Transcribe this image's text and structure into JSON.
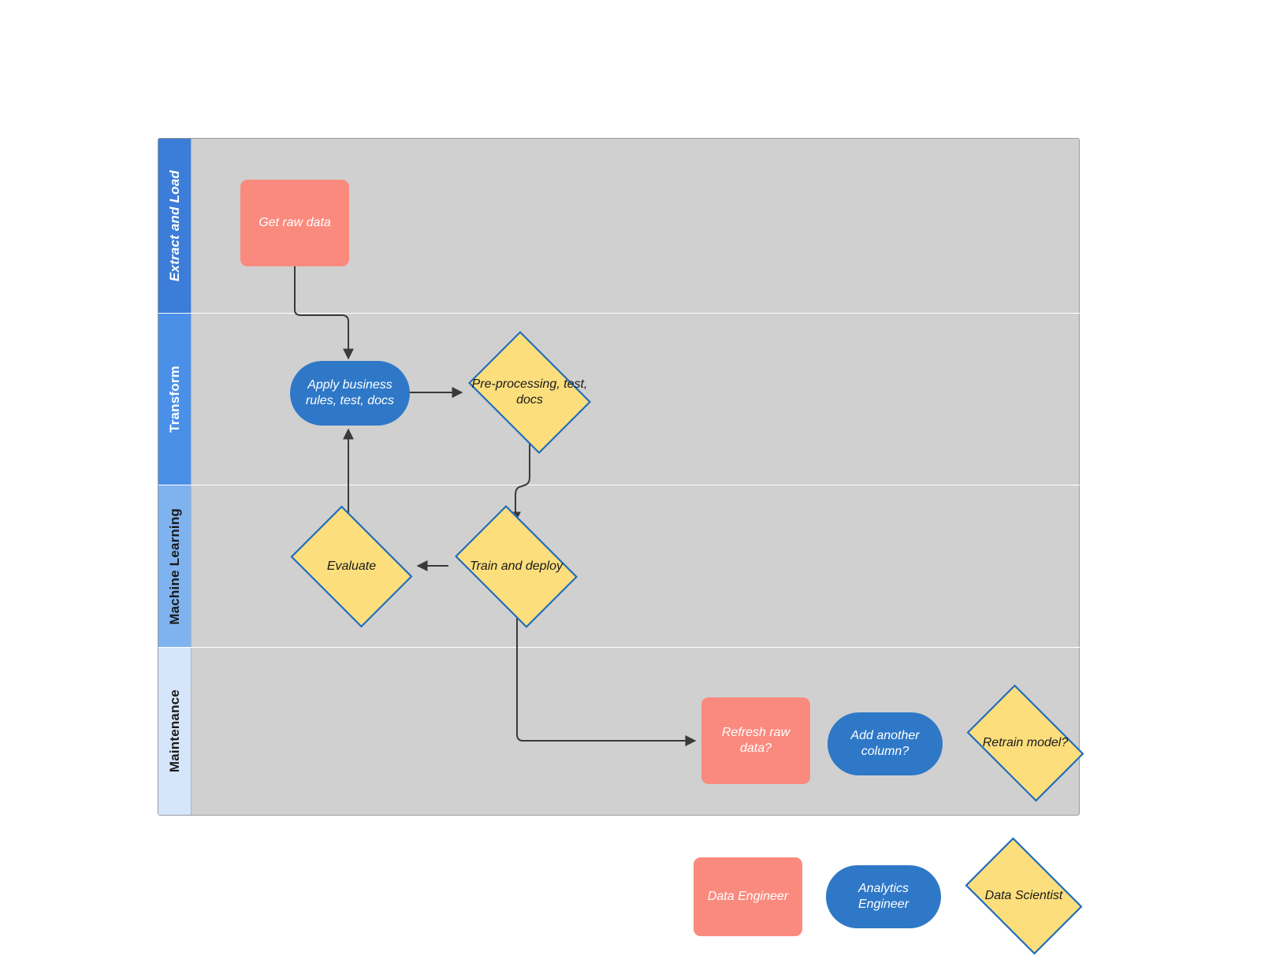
{
  "diagram": {
    "title": "Data and ML workflow swimlane diagram",
    "type": "swimlane-flowchart",
    "colors": {
      "lane_background": "#d0d0d0",
      "lane_extract_header": "#3b7dd8",
      "lane_transform_header": "#4a90e8",
      "lane_ml_header": "#7fb3f0",
      "lane_maintenance_header": "#d6e6fa",
      "data_engineer_shape": "#fb8a7e",
      "analytics_engineer_shape": "#2e78c7",
      "data_scientist_shape": "#fcde7d",
      "data_scientist_border": "#1b6bc0",
      "connector": "#3a3a3a"
    }
  },
  "lanes": [
    {
      "id": "extract-and-load",
      "label": "Extract and Load",
      "header_color": "#3b7dd8",
      "header_text_color": "#ffffff",
      "italic": true
    },
    {
      "id": "transform",
      "label": "Transform",
      "header_color": "#4a90e8",
      "header_text_color": "#ffffff",
      "italic": false
    },
    {
      "id": "machine-learning",
      "label": "Machine Learning",
      "header_color": "#7fb3f0",
      "header_text_color": "#1a1a1a",
      "italic": false
    },
    {
      "id": "maintenance",
      "label": "Maintenance",
      "header_color": "#d6e6fa",
      "header_text_color": "#1a1a1a",
      "italic": false
    }
  ],
  "nodes": [
    {
      "id": "get-raw-data",
      "label": "Get raw data",
      "shape": "rect",
      "lane": "extract-and-load"
    },
    {
      "id": "apply-business",
      "label": "Apply business rules, test, docs",
      "shape": "pill",
      "lane": "transform"
    },
    {
      "id": "pre-processing",
      "label": "Pre-processing, test, docs",
      "shape": "diamond",
      "lane": "transform"
    },
    {
      "id": "evaluate",
      "label": "Evaluate",
      "shape": "diamond",
      "lane": "machine-learning"
    },
    {
      "id": "train-and-deploy",
      "label": "Train and deploy",
      "shape": "diamond",
      "lane": "machine-learning"
    },
    {
      "id": "refresh-raw-data",
      "label": "Refresh raw data?",
      "shape": "rect",
      "lane": "maintenance"
    },
    {
      "id": "add-another-column",
      "label": "Add another column?",
      "shape": "pill",
      "lane": "maintenance"
    },
    {
      "id": "retrain-model",
      "label": "Retrain model?",
      "shape": "diamond",
      "lane": "maintenance"
    }
  ],
  "edges": [
    {
      "from": "get-raw-data",
      "to": "apply-business"
    },
    {
      "from": "apply-business",
      "to": "pre-processing"
    },
    {
      "from": "pre-processing",
      "to": "train-and-deploy"
    },
    {
      "from": "train-and-deploy",
      "to": "evaluate"
    },
    {
      "from": "evaluate",
      "to": "apply-business"
    },
    {
      "from": "train-and-deploy",
      "to": "refresh-raw-data"
    }
  ],
  "legend": {
    "items": [
      {
        "id": "data-engineer",
        "label": "Data Engineer",
        "shape": "rect"
      },
      {
        "id": "analytics-engineer",
        "label": "Analytics Engineer",
        "shape": "pill"
      },
      {
        "id": "data-scientist",
        "label": "Data Scientist",
        "shape": "diamond"
      }
    ]
  }
}
